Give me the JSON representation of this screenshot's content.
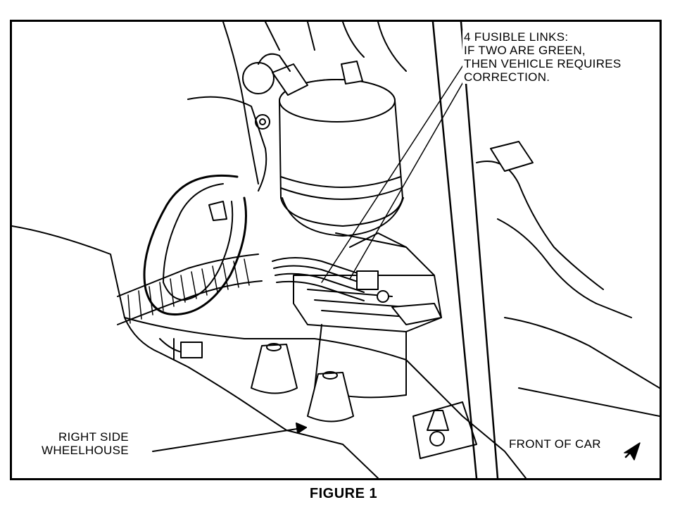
{
  "figure": {
    "caption": "FIGURE 1",
    "callouts": {
      "fusible_links": [
        "4 FUSIBLE LINKS:",
        "IF TWO ARE GREEN,",
        "THEN VEHICLE REQUIRES",
        "CORRECTION."
      ],
      "wheelhouse": [
        "RIGHT SIDE",
        "WHEELHOUSE"
      ],
      "front_of_car": "FRONT OF CAR"
    }
  }
}
